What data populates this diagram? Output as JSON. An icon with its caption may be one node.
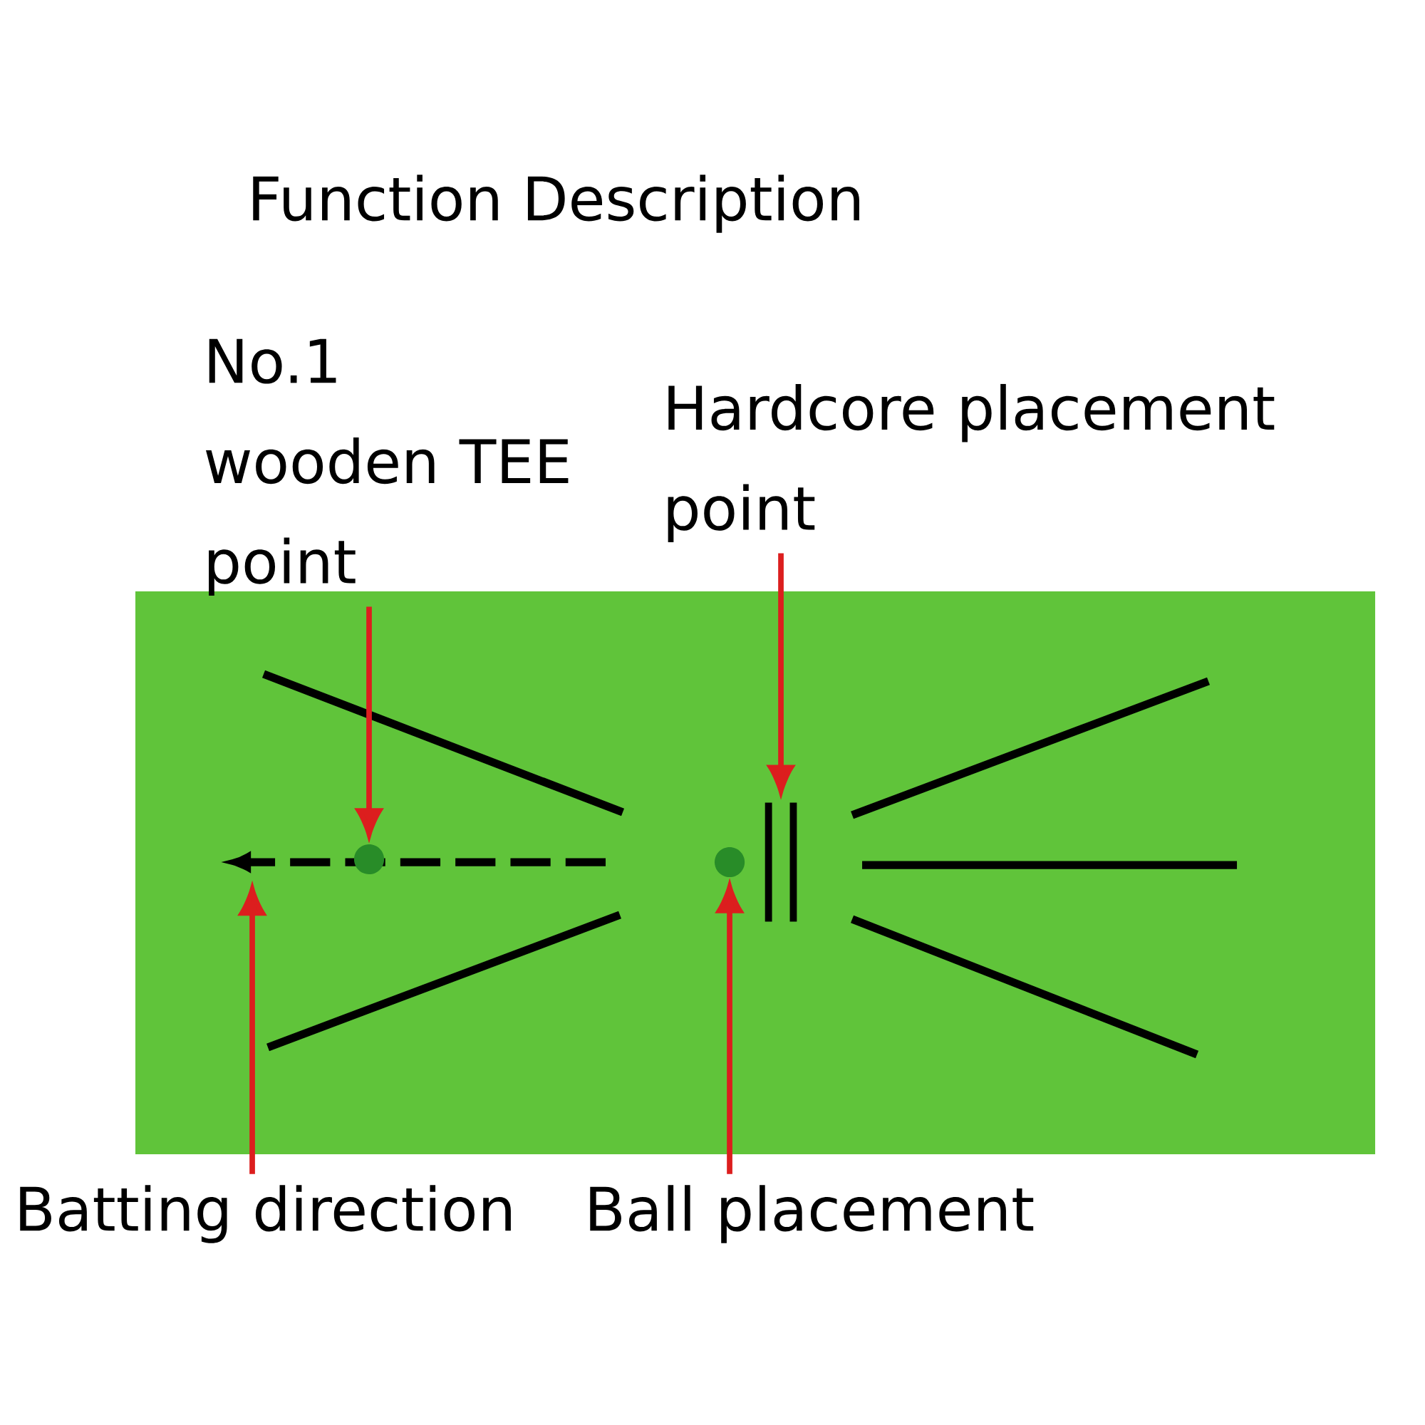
{
  "diagram": {
    "title": "Function Description",
    "nodes": [
      {
        "text": [
          "No.1 wooden TEE point"
        ]
      },
      {
        "text": [
          "Hardcore placement point"
        ]
      },
      {
        "text": [],
        "shape": "circle"
      },
      {
        "text": [],
        "shape": "bar"
      },
      {
        "text": [],
        "shape": "circle"
      },
      {
        "text": [
          "Batting direction"
        ]
      },
      {
        "text": [
          "Ball placement"
        ]
      }
    ],
    "edges": [
      {
        "from": 0,
        "to": 2,
        "arrow": "to"
      },
      {
        "from": 1,
        "to": 3,
        "arrow": "to"
      },
      {
        "from": 5,
        "to": null,
        "arrow": "to"
      },
      {
        "from": 6,
        "to": 4,
        "arrow": "to"
      }
    ]
  }
}
